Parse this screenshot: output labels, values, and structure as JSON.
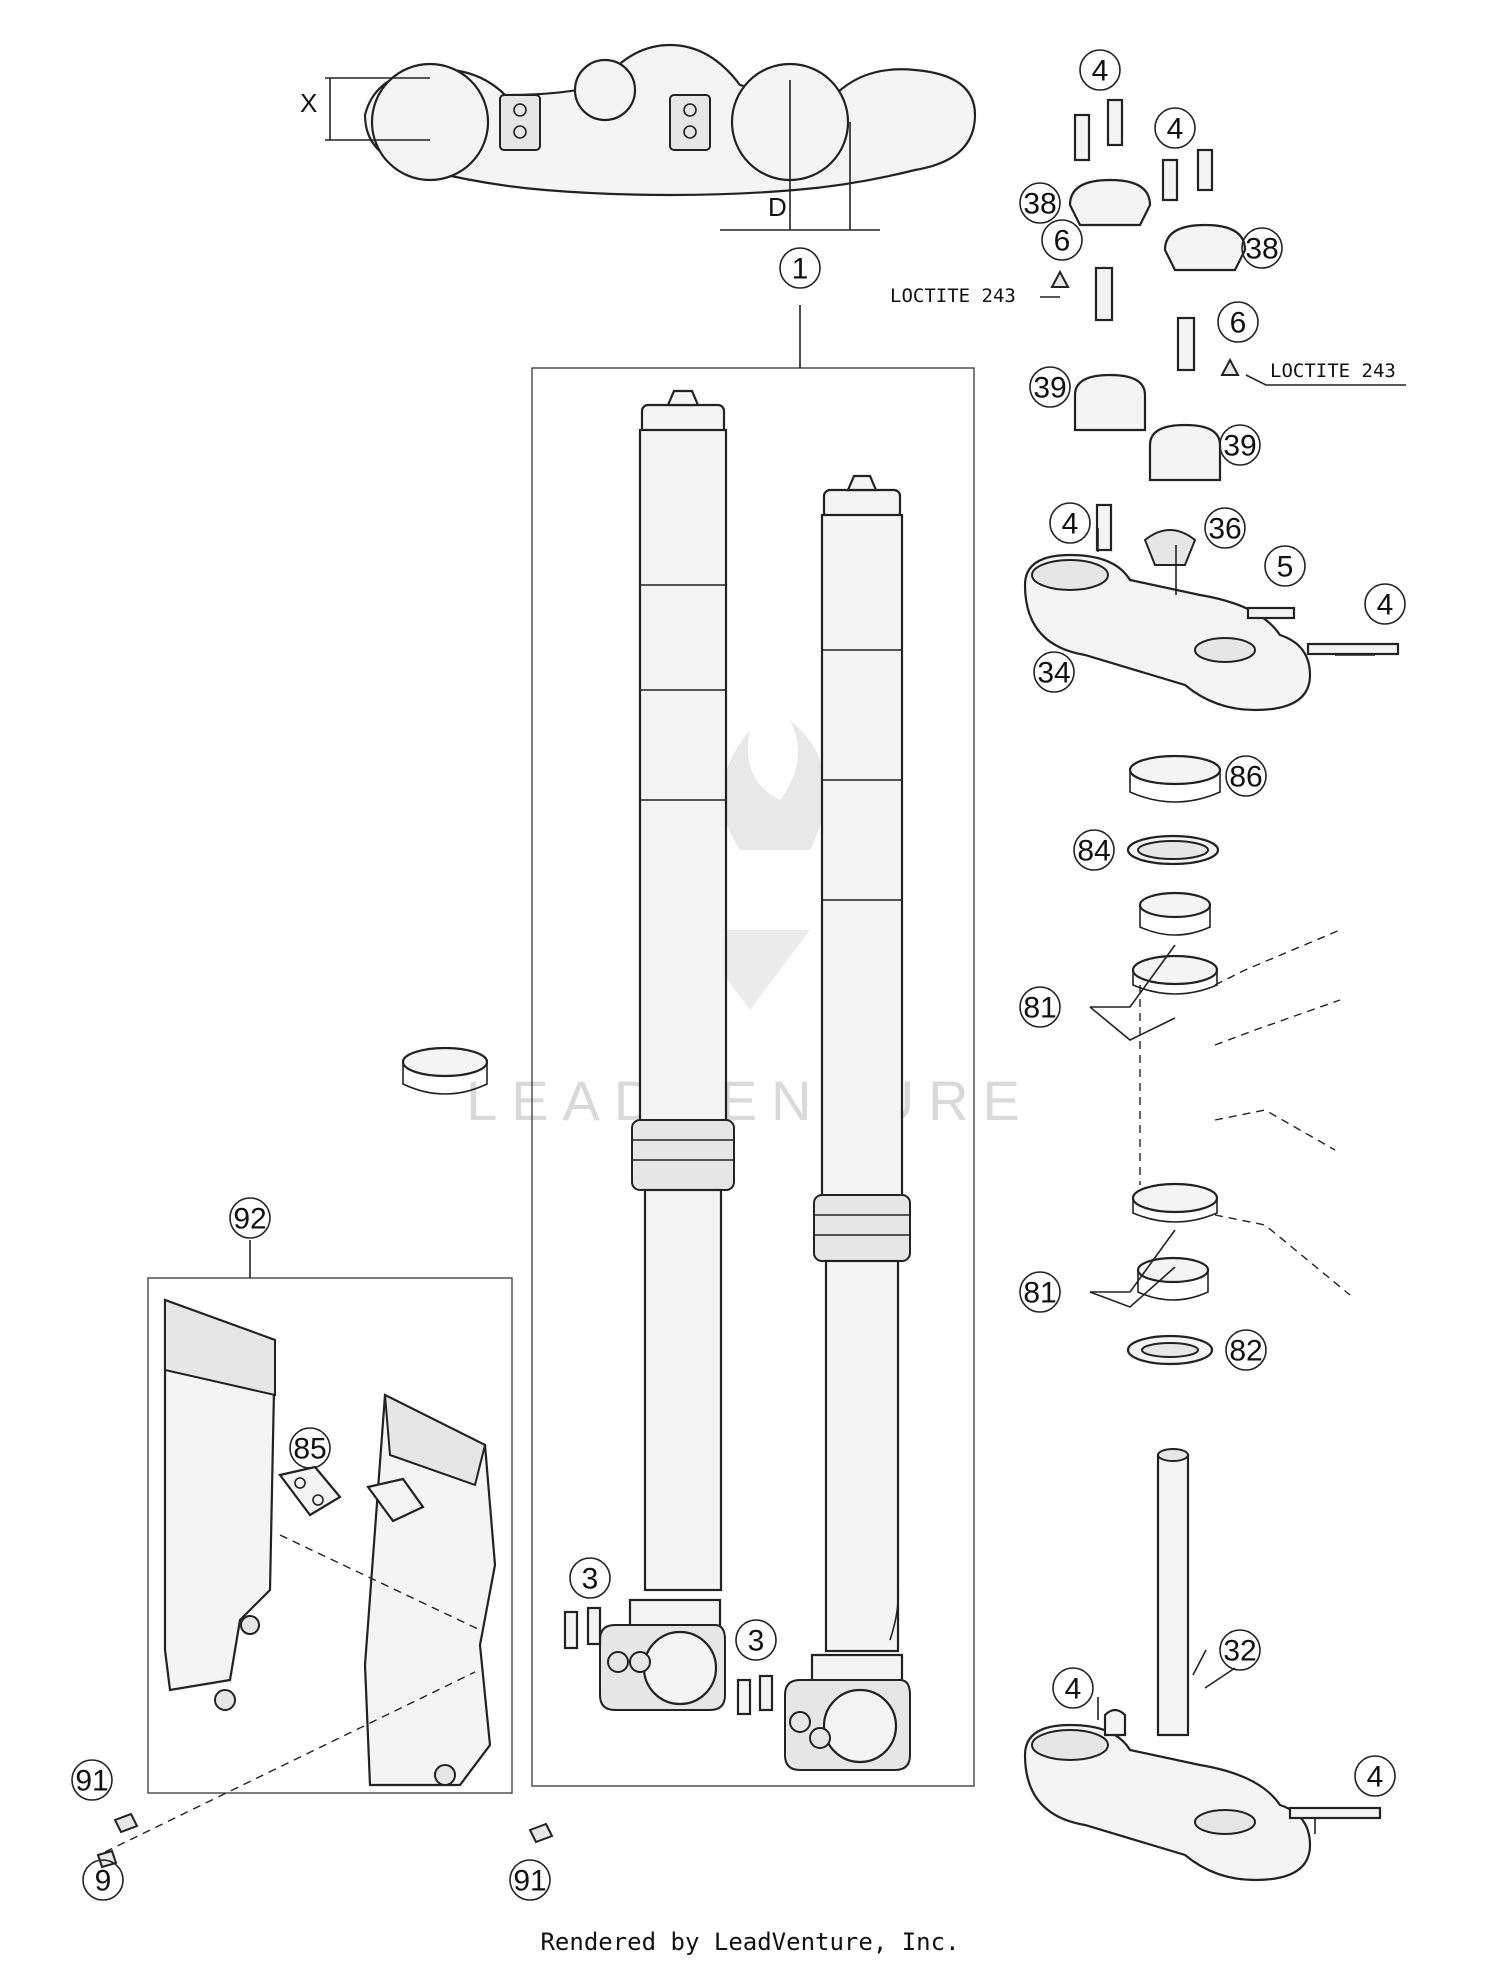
{
  "diagram": {
    "callouts": [
      "1",
      "3",
      "3",
      "4",
      "4",
      "4",
      "4",
      "4",
      "4",
      "5",
      "6",
      "6",
      "9",
      "32",
      "34",
      "36",
      "38",
      "38",
      "39",
      "39",
      "81",
      "81",
      "82",
      "84",
      "85",
      "86",
      "91",
      "91",
      "92"
    ],
    "notes": [
      "LOCTITE 243",
      "LOCTITE 243"
    ],
    "dimension_labels": [
      "X",
      "D"
    ],
    "watermark": "LEADVENTURE"
  },
  "footer": {
    "text": "Rendered by LeadVenture, Inc."
  }
}
